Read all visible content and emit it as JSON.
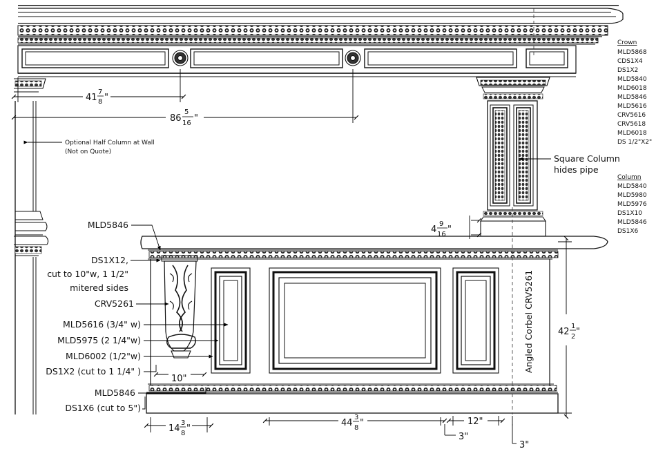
{
  "lists": {
    "crown": {
      "title": "Crown",
      "items": [
        "MLD5868",
        "CDS1X4",
        "DS1X2",
        "MLD5840",
        "MLD6018",
        "MLD5846",
        "MLD5616",
        "CRV5616",
        "CRV5618",
        "MLD6018",
        "DS 1/2\"X2\""
      ]
    },
    "column": {
      "title": "Column",
      "items": [
        "MLD5840",
        "MLD5980",
        "MLD5976",
        "DS1X10",
        "MLD5846",
        "DS1X6"
      ]
    }
  },
  "callouts": {
    "optional_line1": "Optional Half Column at Wall",
    "optional_line2": "(Not on Quote)",
    "square_line1": "Square Column",
    "square_line2": "hides pipe",
    "mld5846_top": "MLD5846",
    "ds1x12_line1": "DS1X12,",
    "ds1x12_line2": "cut to 10\"w, 1 1/2\"",
    "ds1x12_line3": "mitered sides",
    "crv5261": "CRV5261",
    "mld5616": "MLD5616 (3/4\" w)",
    "mld5975": "MLD5975 (2 1/4\"w)",
    "mld6002": "MLD6002 (1/2\"w)",
    "ds1x2": "DS1X2 (cut to 1 1/4\" )",
    "mld5846_bottom": "MLD5846",
    "ds1x6": "DS1X6 (cut to 5\")",
    "angled_corbel": "Angled Corbel CRV5261"
  },
  "dimensions": {
    "d41": {
      "whole": "41",
      "num": "7",
      "den": "8",
      "unit": "\""
    },
    "d86": {
      "whole": "86",
      "num": "5",
      "den": "16",
      "unit": "\""
    },
    "d4": {
      "whole": "4",
      "num": "9",
      "den": "16",
      "unit": "\""
    },
    "d42": {
      "whole": "42",
      "num": "1",
      "den": "2",
      "unit": "\""
    },
    "d10": "10\"",
    "d14": {
      "whole": "14",
      "num": "3",
      "den": "8",
      "unit": "\""
    },
    "d44": {
      "whole": "44",
      "num": "3",
      "den": "8",
      "unit": "\""
    },
    "d12": "12\"",
    "d3a": "3\"",
    "d3b": "3\""
  }
}
